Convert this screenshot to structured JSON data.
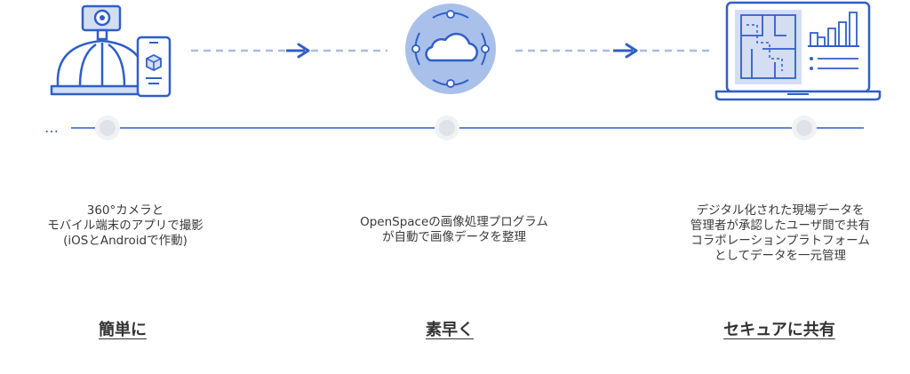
{
  "steps": [
    {
      "description": "360°カメラと\nモバイル端末のアプリで撮影\n(iOSとAndroidで作動)",
      "tag": "簡単に"
    },
    {
      "description": "OpenSpaceの画像処理プログラム\nが自動で画像データを整理",
      "tag": "素早く"
    },
    {
      "description": "デジタル化された現場データを\n管理者が承認したユーザ間で共有\nコラボレーションプラトフォーム\nとしてデータを一元管理",
      "tag": "セキュアに共有"
    }
  ],
  "icons": [
    "camera-helmet-phone-icon",
    "cloud-sync-icon",
    "laptop-dashboard-icon"
  ],
  "timeline_ellipsis": "…",
  "colors": {
    "accent": "#2f5fc6",
    "dash": "#a8bce4",
    "light_fill": "#d4def3",
    "cloud_circle": "#a9c0ea",
    "node": "#dfe2e7"
  }
}
